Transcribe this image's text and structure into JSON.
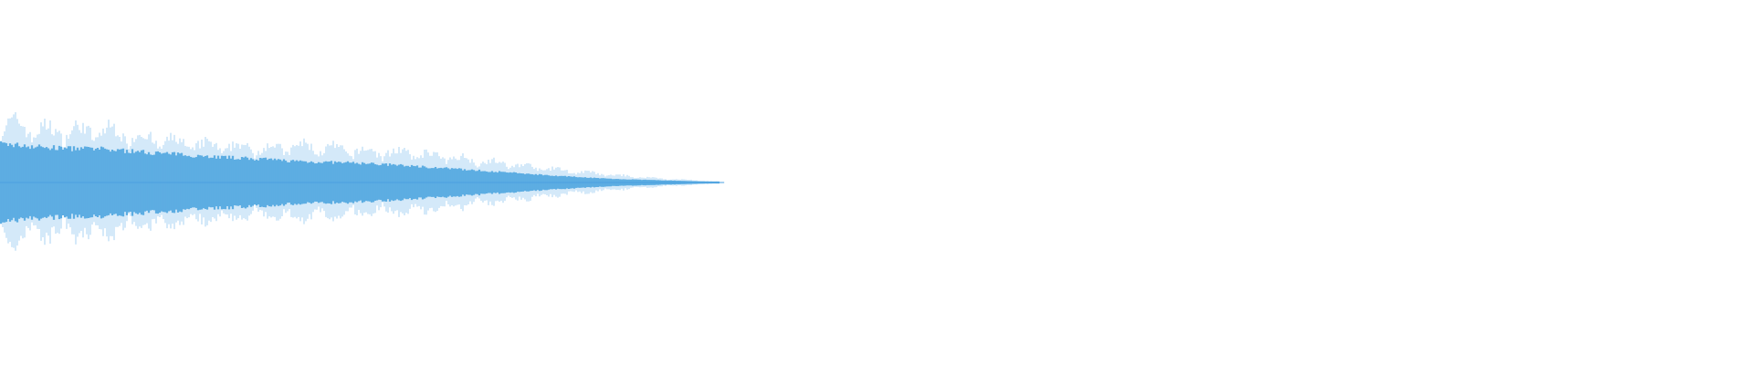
{
  "waveform": {
    "peak_color": "#a9d3f3",
    "rms_color": "#5dade2",
    "center_color": "#4a9fe0",
    "audio_fraction_of_width": 0.41,
    "envelope_peak": [
      1.0,
      0.86,
      0.88,
      0.72,
      0.62,
      0.58,
      0.6,
      0.52,
      0.5,
      0.4,
      0.3,
      0.2,
      0.12,
      0.06,
      0.02
    ],
    "envelope_rms": [
      0.56,
      0.5,
      0.48,
      0.43,
      0.38,
      0.34,
      0.3,
      0.28,
      0.24,
      0.19,
      0.14,
      0.09,
      0.05,
      0.03,
      0.01
    ]
  }
}
